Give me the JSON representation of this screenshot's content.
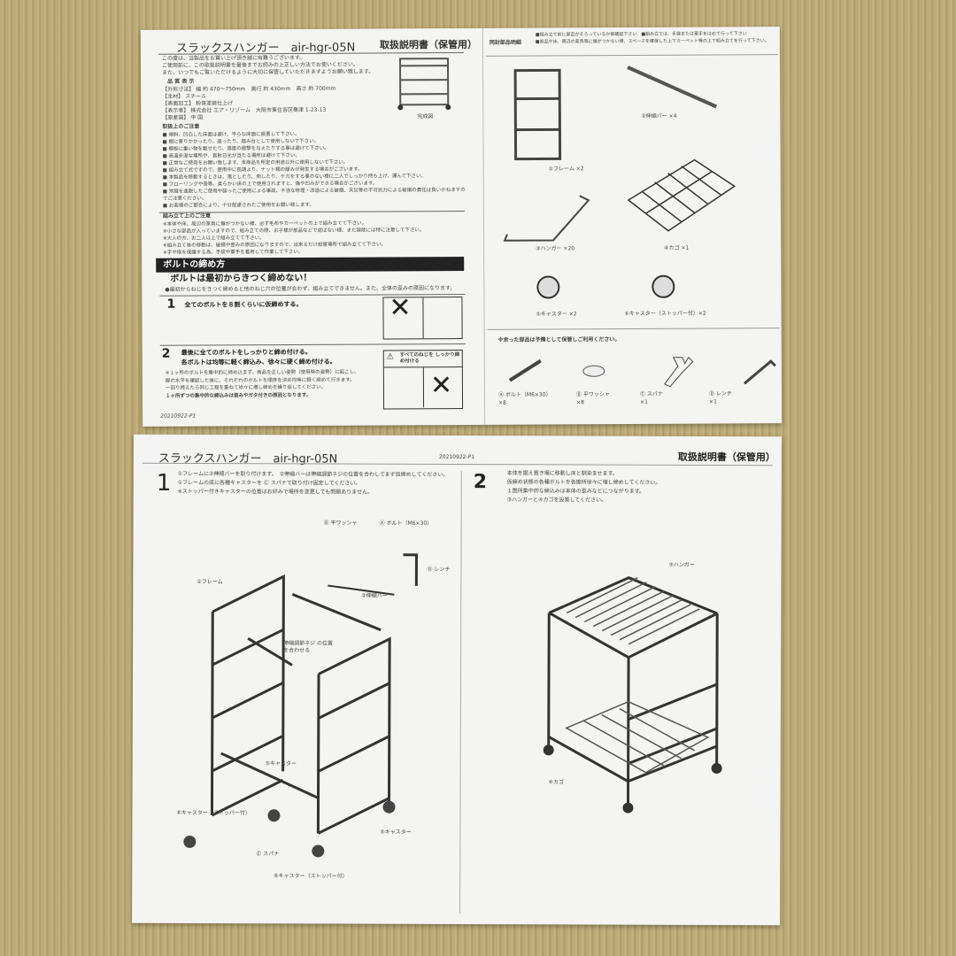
{
  "top_sheet": {
    "product": "スラックスハンガー　air-hgr-05N",
    "doc_title": "取扱説明書（保管用）",
    "intro": [
      "この度は、当製品をお買い上げ頂き誠に有難うございます。",
      "ご使用前に、この取扱説明書を最後までお読みの上正しい方法でお使いください。",
      "また、いつでもご覧いただけるように大切に保管していただきますようお願い致します。"
    ],
    "spec_heading": "品 質 表 示",
    "specs": [
      "【外形寸法】 幅 約 470～750mm　奥行 約 430mm　高さ 約 700mm",
      "【主材】 スチール",
      "【表面加工】 粉体塗装仕上げ",
      "【表示者】 株式会社 エア・リゾーム　大阪市東住吉区桑津 1-23-13",
      "【原産国】 中 国"
    ],
    "completed_label": "完成図",
    "caution_heading": "取扱上のご注意",
    "cautions": [
      "■ 傾斜、凹凸した床面は避け、平らな床面に設置して下さい。",
      "■ 棚に寄りかかったり、座ったり、踏み台として使用しないで下さい。",
      "■ 棚板に重い物を載せたり、過度の衝撃を与えたりする事は避けて下さい。",
      "■ 高温多湿な場所や、直射日光が当たる場所は避けて下さい。",
      "■ 正常なご使用をお願い致します。本商品を所定の用途以外に使用しないで下さい。",
      "■ 組み立て式ですので、使用中に長期より、ナット類の緩みが発生する場合がございます。",
      "■ 本製品を移動するときは、落としたり、倒したり、ケガをする事のない様に二人でしっかり持ち上げ、運んで下さい。",
      "■ フローリングや畳等、柔らかい床の上で使用されますと、傷や凹みができる場合がございます。",
      "■ 常識を逸脱したご使用や誤ったご使用による事故、不当な修理・改造による破損、天災等の不可抗力による破損の責任は負いかねますのでご注意ください。",
      "■ お客様のご都合により、十分配慮されたご使用をお願い致します。"
    ],
    "assembly_heading": "組み立て上のご注意",
    "assembly_notes": [
      "※本体や床、周辺の家具に傷がつかない様、必ず毛布やカーペットの上で組み立てて下さい。",
      "※小さな部品が入っていますので、組み立ての際、お子様が部品などで遊ばない様、また誤飲には特に注意して下さい。",
      "※大人の方、お二人以上で組み立てて下さい。",
      "※組み立て後の移動は、破損や歪みの原因になりますので、出来るだけ設置場所で組み立てて下さい。",
      "※手や指を保護する為、手袋や軍手を着用して作業して下さい。"
    ],
    "bolt_heading": "ボルトの締め方",
    "bolt_warning": "ボルトは最初からきつく締めない！",
    "bolt_note": "●最初からねじをきつく締めると他のねじ穴の位置が合わず、組み立てできません。また、全体の歪みの原因になります。",
    "step1_num": "1",
    "step1": "全てのボルトを８割くらいに仮締めする。",
    "step2_num": "2",
    "step2": [
      "最後に全てのボルトをしっかりと締め付ける。",
      "各ボルトは均等に軽く締込み、徐々に硬く締め付ける。"
    ],
    "step2_notes": [
      "※１ヶ所のボルトを集中的に締め込まず、商品を正しい姿勢（使用時の姿勢）に起こし、",
      "脚の水平を確認した後に、それぞれのボルトを順序を決め均等に軽く締めて行きます。",
      "一回り締えたら同じ工程を重ねて徐々に増し締めを繰り返してください。",
      "１ヶ所ずつの集中的な締込みは歪みやガタ付きの原因となります。"
    ],
    "tighten_all": "すべてのねじを しっかり締め付ける",
    "cross_mark": "✕",
    "code": "20210922-P1",
    "parts_heading": "同封部品明細",
    "parts_notes": [
      "■組み立て前に部品がそろっているか御確認下さい　■組み立ては、手袋または軍手をはめて行って下さい",
      "■商品や床、周辺の家具等に傷がつかない様、スペースを確保した上でカーペット等の上で組み立てを行って下さい。"
    ],
    "parts": [
      "①フレーム ×2",
      "②伸縮バー ×4",
      "③ハンガー ×20",
      "④カゴ ×1",
      "⑤キャスター ×2",
      "⑥キャスター（ストッパー付）×2"
    ],
    "spare_note": "※余った部品は予備として保管しご利用ください。",
    "hardware": [
      {
        "name": "Ⓐ ボルト（M6×30）",
        "qty": "×8"
      },
      {
        "name": "Ⓑ 平ワッシャ",
        "qty": "×8"
      },
      {
        "name": "Ⓒ スパナ",
        "qty": "×1"
      },
      {
        "name": "Ⓓ レンチ",
        "qty": "×1"
      }
    ]
  },
  "bottom_sheet": {
    "product": "スラックスハンガー　air-hgr-05N",
    "code": "20210922-P1",
    "doc_title": "取扱説明書（保管用）",
    "step1_num": "1",
    "step1": [
      "①フレームに②伸縮バーを取り付けます。　②伸縮バーは伸縮調節ネジの位置を合わしてまず仮締めしてください。",
      "①フレームの底に各種キャスターを Ⓒ スパナで取り付け固定してください。",
      "※ストッパー付きキャスターの位置はお好みで場所を変更しても問題ありません。"
    ],
    "step2_num": "2",
    "step2": [
      "本体を据え置き場に移動し床と馴染ませます。",
      "仮締め状態の各種ボルトを各箇所徐々に増し締めしてください。",
      "１箇所集中的な締込みは本体の歪みなどにつながります。",
      "③ハンガーと④カゴを設置してください。"
    ],
    "labels": {
      "washer": "Ⓑ 平ワッシャ",
      "bolt": "Ⓐ ボルト（M6×30）",
      "wrench": "Ⓓ レンチ",
      "frame": "①フレーム",
      "bar": "②伸縮バー",
      "adjust": "伸縮調節ネジ の位置を合わせる",
      "caster": "⑤キャスター",
      "caster2": "⑤キャスター",
      "stopper": "⑥キャスター（ストッパー付）",
      "stopper2": "⑥キャスター（ストッパー付）",
      "spanner": "Ⓒ スパナ",
      "hanger": "③ハンガー",
      "basket": "④カゴ"
    }
  }
}
